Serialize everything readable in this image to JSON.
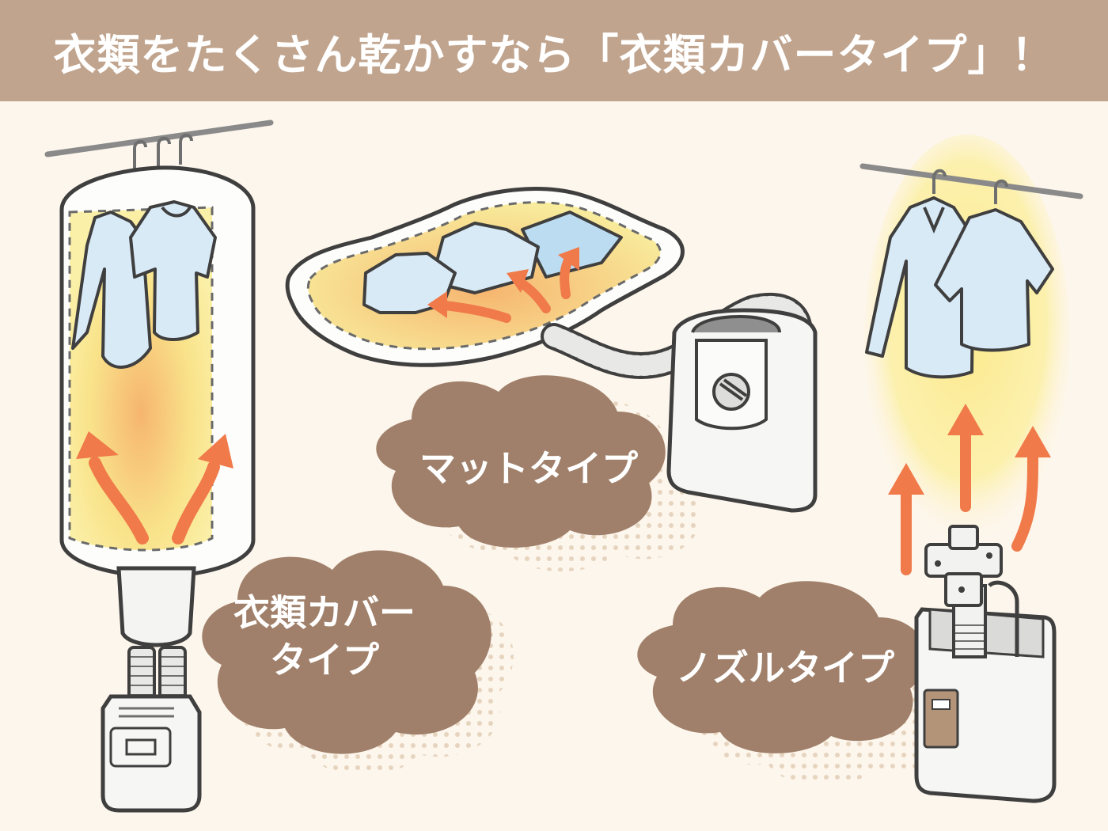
{
  "header": {
    "title": "衣類をたくさん乾かすなら「衣類カバータイプ」！"
  },
  "types": {
    "cover": {
      "line1": "衣類カバー",
      "line2": "タイプ"
    },
    "mat": {
      "label": "マットタイプ"
    },
    "nozzle": {
      "label": "ノズルタイプ"
    }
  },
  "colors": {
    "banner": "#c0a48e",
    "background": "#fdf6ec",
    "cloud": "#a0806a",
    "arrow": "#f07a4a",
    "shirt": "#d9eaf7",
    "warm_glow": "#f9e27a"
  }
}
